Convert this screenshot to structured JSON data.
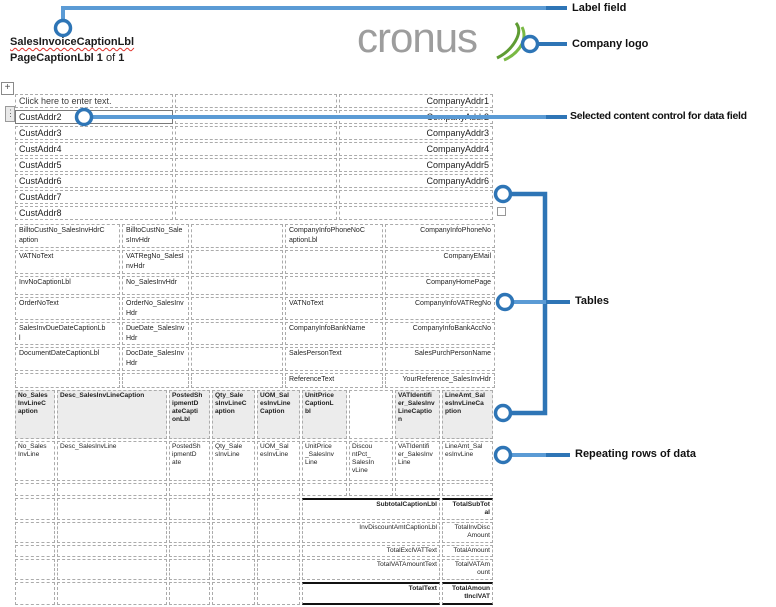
{
  "header": {
    "sales_invoice_caption": "SalesInvoiceCaptionLbl",
    "page_caption_bold": "PageCaptionLbl 1",
    "page_caption_of": " of ",
    "page_caption_num": "1",
    "logo_text": "cronus"
  },
  "callouts": {
    "label_field": "Label field",
    "company_logo": "Company logo",
    "selected_cc": "Selected content control for data field",
    "tables": "Tables",
    "repeating_rows": "Repeating rows of data"
  },
  "colors": {
    "callout_blue": "#2e75b6",
    "callout_blue_light": "#5b9bd5",
    "logo_gray": "#9d9d9d",
    "leaf_green": "#6fae3f",
    "squiggle_red": "#e0312b",
    "header_fill": "#ececec"
  },
  "address_table": {
    "rows": [
      [
        "Click here to enter text.",
        "",
        "CompanyAddr1"
      ],
      [
        "CustAddr2",
        "",
        "CompanyAddr2"
      ],
      [
        "CustAddr3",
        "",
        "CompanyAddr3"
      ],
      [
        "CustAddr4",
        "",
        "CompanyAddr4"
      ],
      [
        "CustAddr5",
        "",
        "CompanyAddr5"
      ],
      [
        "CustAddr6",
        "",
        "CompanyAddr6"
      ],
      [
        "CustAddr7",
        "",
        ""
      ],
      [
        "CustAddr8",
        "",
        ""
      ]
    ]
  },
  "info_table": {
    "rows": [
      [
        "BilltoCustNo_SalesInvHdrC\naption",
        "BilltoCustNo_Sale\nsInvHdr",
        "",
        "CompanyInfoPhoneNoC\naptionLbl",
        "CompanyInfoPhoneNo"
      ],
      [
        "VATNoText",
        "VATRegNo_SalesI\nnvHdr",
        "",
        "",
        "CompanyEMail"
      ],
      [
        "InvNoCaptionLbl",
        "No_SalesInvHdr",
        "",
        "",
        "CompanyHomePage"
      ],
      [
        "OrderNoText",
        "OrderNo_SalesInv\nHdr",
        "",
        "VATNoText",
        "CompanyInfoVATRegNo"
      ],
      [
        "SalesInvDueDateCaptionLb\nl",
        "DueDate_SalesInv\nHdr",
        "",
        "CompanyInfoBankName",
        "CompanyInfoBankAccNo"
      ],
      [
        "DocumentDateCaptionLbl",
        "DocDate_SalesInv\nHdr",
        "",
        "SalesPersonText",
        "SalesPurchPersonName"
      ],
      [
        "",
        "",
        "",
        "ReferenceText",
        "YourReference_SalesInvHdr"
      ]
    ]
  },
  "lines_table": {
    "header": [
      "No_Sales\nInvLineC\naption",
      "Desc_SalesInvLineCaption",
      "PostedSh\nipmentD\nateCapti\nonLbl",
      "Qty_Sale\nsInvLineC\naption",
      "UOM_Sal\nesInvLine\nCaption",
      "UnitPrice\nCaptionL\nbl",
      "",
      "VATIdentifi\ner_SalesInv\nLineCaptio\nn",
      "LineAmt_Sal\nesInvLineCa\nption"
    ],
    "data_row": [
      "No_Sales\nInvLine",
      "Desc_SalesInvLine",
      "PostedSh\nipmentD\nate",
      "Qty_Sale\nsInvLine",
      "UOM_Sal\nesInvLine",
      "UnitPrice\n_SalesInv\nLine",
      "Discou\nntPct_\nSalesIn\nvLine",
      "VATIdentifi\ner_SalesInv\nLine",
      "LineAmt_Sal\nesInvLine"
    ],
    "totals": [
      {
        "caption": "SubtotalCaptionLbl",
        "amount": "TotalSubTot\nal"
      },
      {
        "caption": "InvDiscountAmtCaptionLbl",
        "amount": "TotalInvDisc\nAmount"
      },
      {
        "caption": "TotalExclVATText",
        "amount": "TotalAmount"
      },
      {
        "caption": "TotalVATAmountText",
        "amount": "TotalVATAm\nount"
      },
      {
        "caption": "TotalText",
        "amount": "TotalAmoun\ntInclVAT"
      }
    ]
  }
}
